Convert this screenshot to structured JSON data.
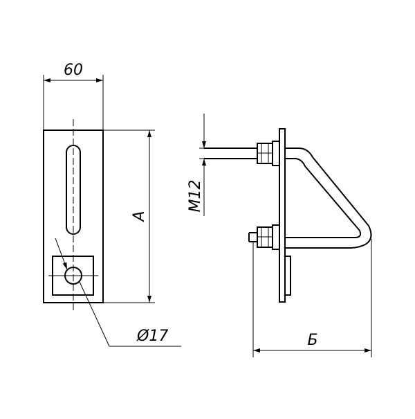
{
  "dimensions": {
    "width_label": "60",
    "height_label": "A",
    "hole_label": "Ø17",
    "thread_label": "M12",
    "depth_label": "Б"
  }
}
